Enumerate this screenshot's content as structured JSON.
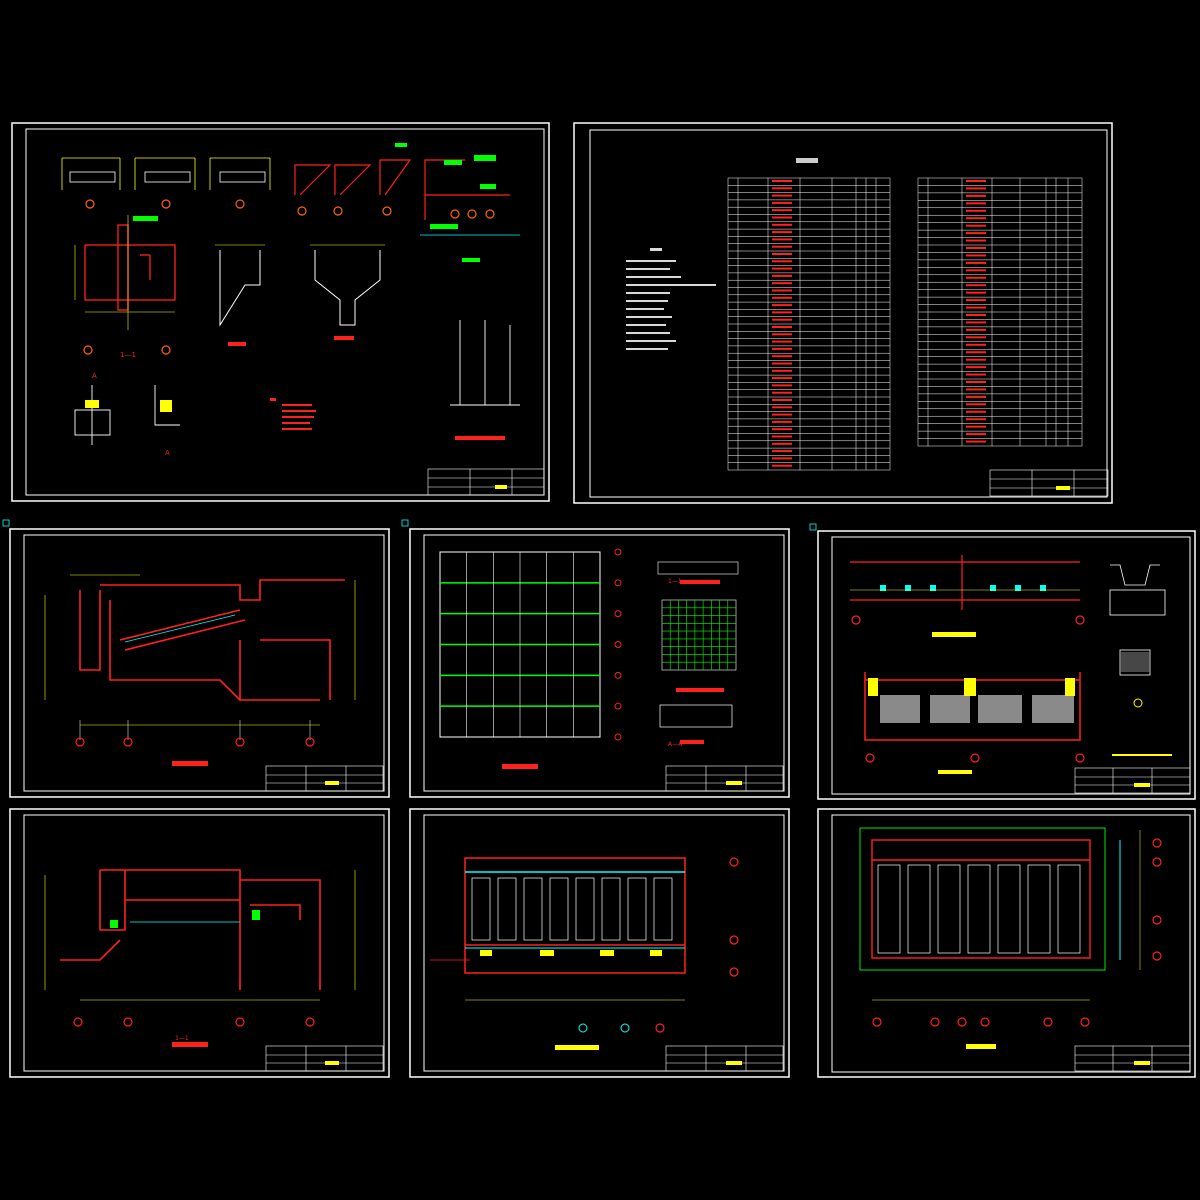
{
  "colors": {
    "background": "#000000",
    "frame": "#ffffff",
    "wall": "#ff2020",
    "dimension": "#ffff00",
    "grid_axis": "#ff0000",
    "annotation_green": "#00ff00",
    "pipe_cyan": "#00ffff",
    "hatch": "#b0b0b0"
  },
  "sheets": [
    {
      "id": "sheet-1",
      "kind": "detail",
      "labels": [
        "1—1",
        "A",
        "A"
      ]
    },
    {
      "id": "sheet-2",
      "kind": "material-table",
      "labels": []
    },
    {
      "id": "sheet-3",
      "kind": "section",
      "labels": []
    },
    {
      "id": "sheet-4",
      "kind": "plan-grid",
      "labels": [
        "A—A",
        "1—1"
      ]
    },
    {
      "id": "sheet-5",
      "kind": "section-detail",
      "labels": []
    },
    {
      "id": "sheet-6",
      "kind": "section",
      "labels": [
        "1—1"
      ]
    },
    {
      "id": "sheet-7",
      "kind": "plan",
      "labels": []
    },
    {
      "id": "sheet-8",
      "kind": "plan",
      "labels": []
    }
  ],
  "table_rows": 40
}
